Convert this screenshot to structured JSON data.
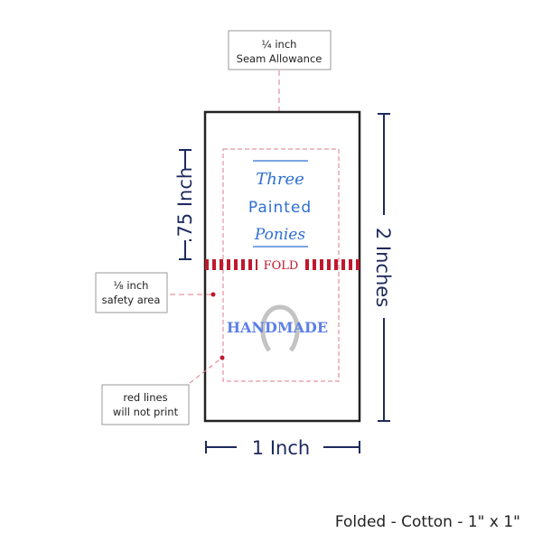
{
  "callouts": {
    "seam": {
      "line1": "¼ inch",
      "line2": "Seam Allowance"
    },
    "safety": {
      "line1": "⅛ inch",
      "line2": "safety area"
    },
    "print": {
      "line1": "red lines",
      "line2": "will not print"
    }
  },
  "dimensions": {
    "fold_height": ".75 Inch",
    "height": "2 Inches",
    "width": "1 Inch"
  },
  "label": {
    "line1": "Three",
    "line2": "Painted",
    "line3": "Ponies",
    "fold": "FOLD",
    "handmade": "HANDMADE"
  },
  "caption": "Folded - Cotton - 1\" x 1\"",
  "colors": {
    "navy": "#1e2a5e",
    "red": "#c0182d",
    "blue": "#2f6fd0",
    "guide": "#e07a88"
  }
}
